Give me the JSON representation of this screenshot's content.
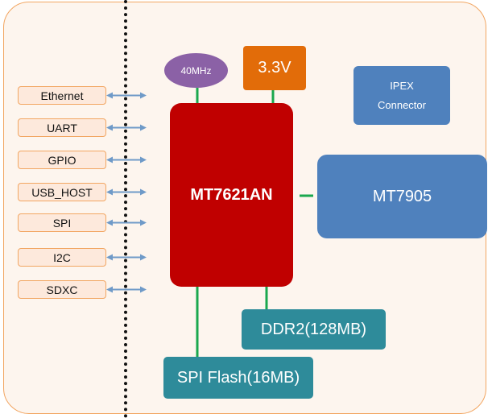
{
  "interfaces": [
    {
      "label": "Ethernet"
    },
    {
      "label": "UART"
    },
    {
      "label": "GPIO"
    },
    {
      "label": "USB_HOST"
    },
    {
      "label": "SPI"
    },
    {
      "label": "I2C"
    },
    {
      "label": "SDXC"
    }
  ],
  "soc": {
    "label": "MT7621AN"
  },
  "crystal": {
    "label": "40MHz"
  },
  "power": {
    "label": "3.3V"
  },
  "ipex": {
    "line1": "IPEX",
    "line2": "Connector"
  },
  "wifi": {
    "label": "MT7905"
  },
  "ram": {
    "label": "DDR2(128MB)"
  },
  "flash": {
    "label": "SPI Flash(16MB)"
  },
  "colors": {
    "soc": "#c00000",
    "crystal": "#8b61a6",
    "power": "#e26c09",
    "wifi": "#4f81bd",
    "memory": "#2e8b9a",
    "interface_fill": "#fde9dc",
    "interface_border": "#f2a662",
    "arrow": "#6f9ac8",
    "bus_line": "#1aa84e"
  }
}
